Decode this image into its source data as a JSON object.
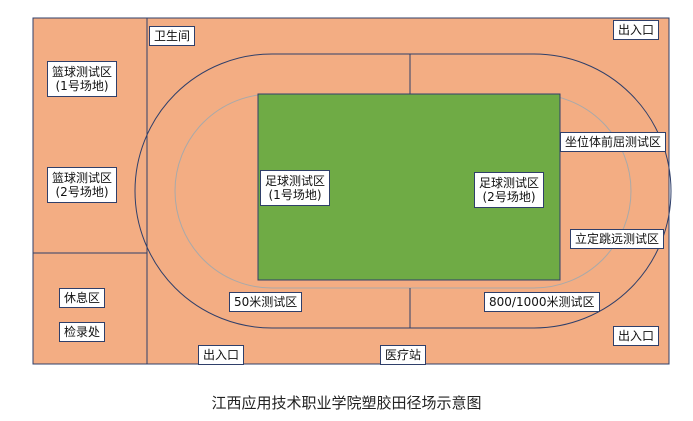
{
  "colors": {
    "ground": "#f3ad83",
    "field": "#6fab45",
    "outline": "#2f3f6a",
    "inner_track": "#a9a9a9"
  },
  "labels": {
    "restroom": "卫生间",
    "exit_top_right": "出入口",
    "exit_bottom_right": "出入口",
    "exit_bottom_left": "出入口",
    "clinic": "医疗站",
    "basketball_1_line1": "篮球测试区",
    "basketball_1_line2": "(1号场地)",
    "basketball_2_line1": "篮球测试区",
    "basketball_2_line2": "(2号场地)",
    "rest_area": "休息区",
    "registration": "检录处",
    "football_1_line1": "足球测试区",
    "football_1_line2": "(1号场地)",
    "football_2_line1": "足球测试区",
    "football_2_line2": "(2号场地)",
    "sit_reach": "坐位体前屈测试区",
    "long_jump": "立定跳远测试区",
    "sprint_50m": "50米测试区",
    "run_800_1000": "800/1000米测试区"
  },
  "caption": "江西应用技术职业学院塑胶田径场示意图"
}
